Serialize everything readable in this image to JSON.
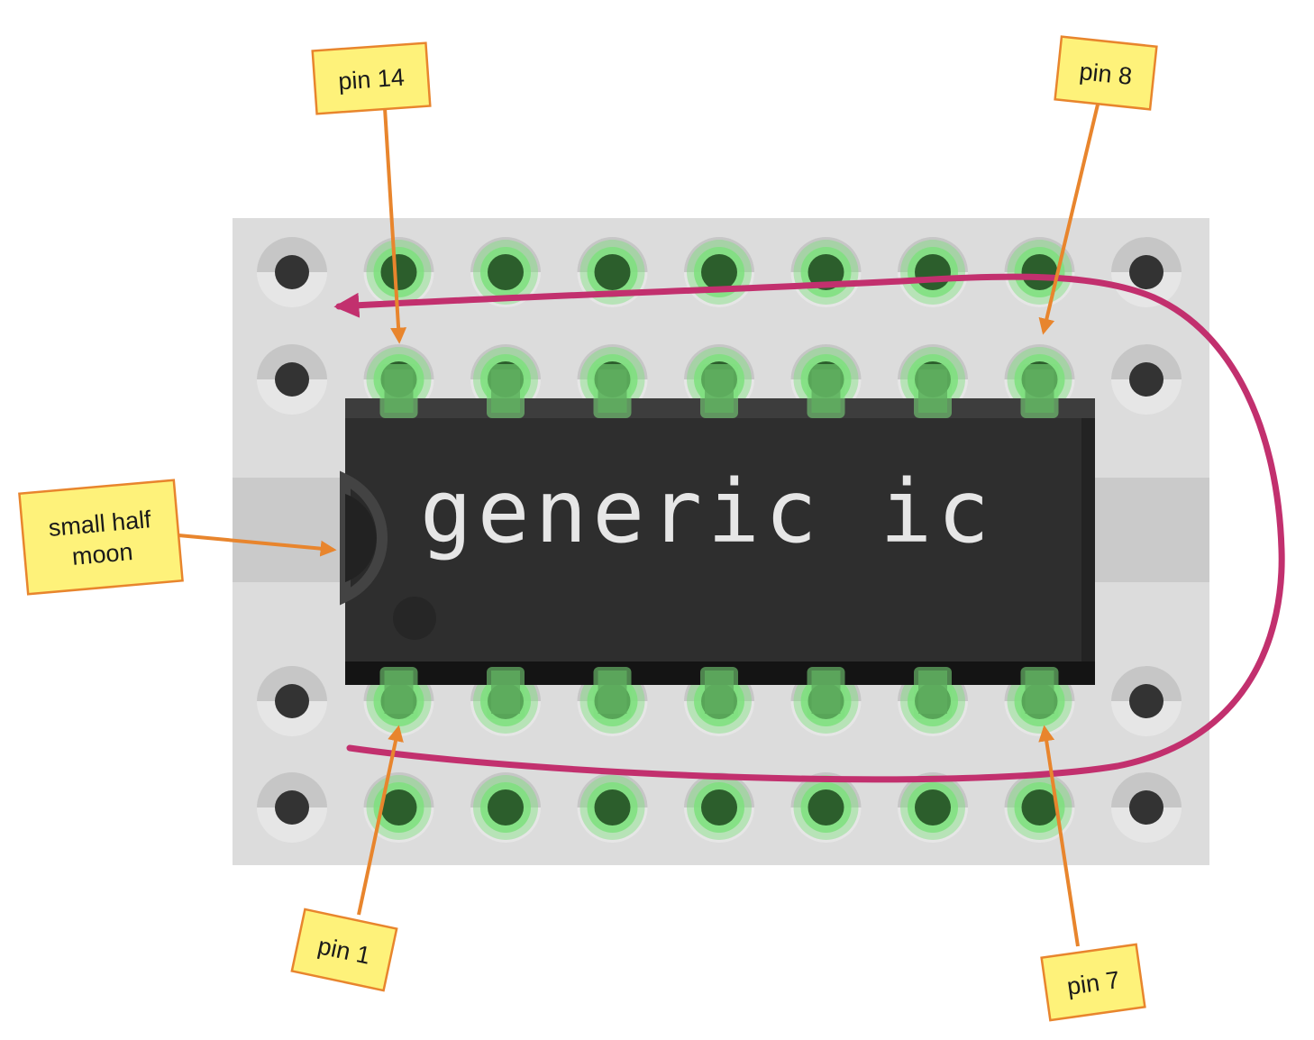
{
  "chip": {
    "label": "generic ic",
    "pins_per_side": 7
  },
  "callouts": {
    "pin14": "pin 14",
    "pin8": "pin 8",
    "half_moon_line1": "small half",
    "half_moon_line2": "moon",
    "pin1": "pin 1",
    "pin7": "pin 7"
  },
  "colors": {
    "breadboard": "#dcdcdc",
    "center_channel": "#cacaca",
    "chip_body": "#2e2e2e",
    "hole": "#333333",
    "active_hole": "#2c5e2c",
    "active_glow": "#7ee07e",
    "note_fill": "#fef27a",
    "note_stroke": "#e8852d",
    "pointer_arrow": "#e8852d",
    "numbering_arrow": "#c2306e"
  }
}
